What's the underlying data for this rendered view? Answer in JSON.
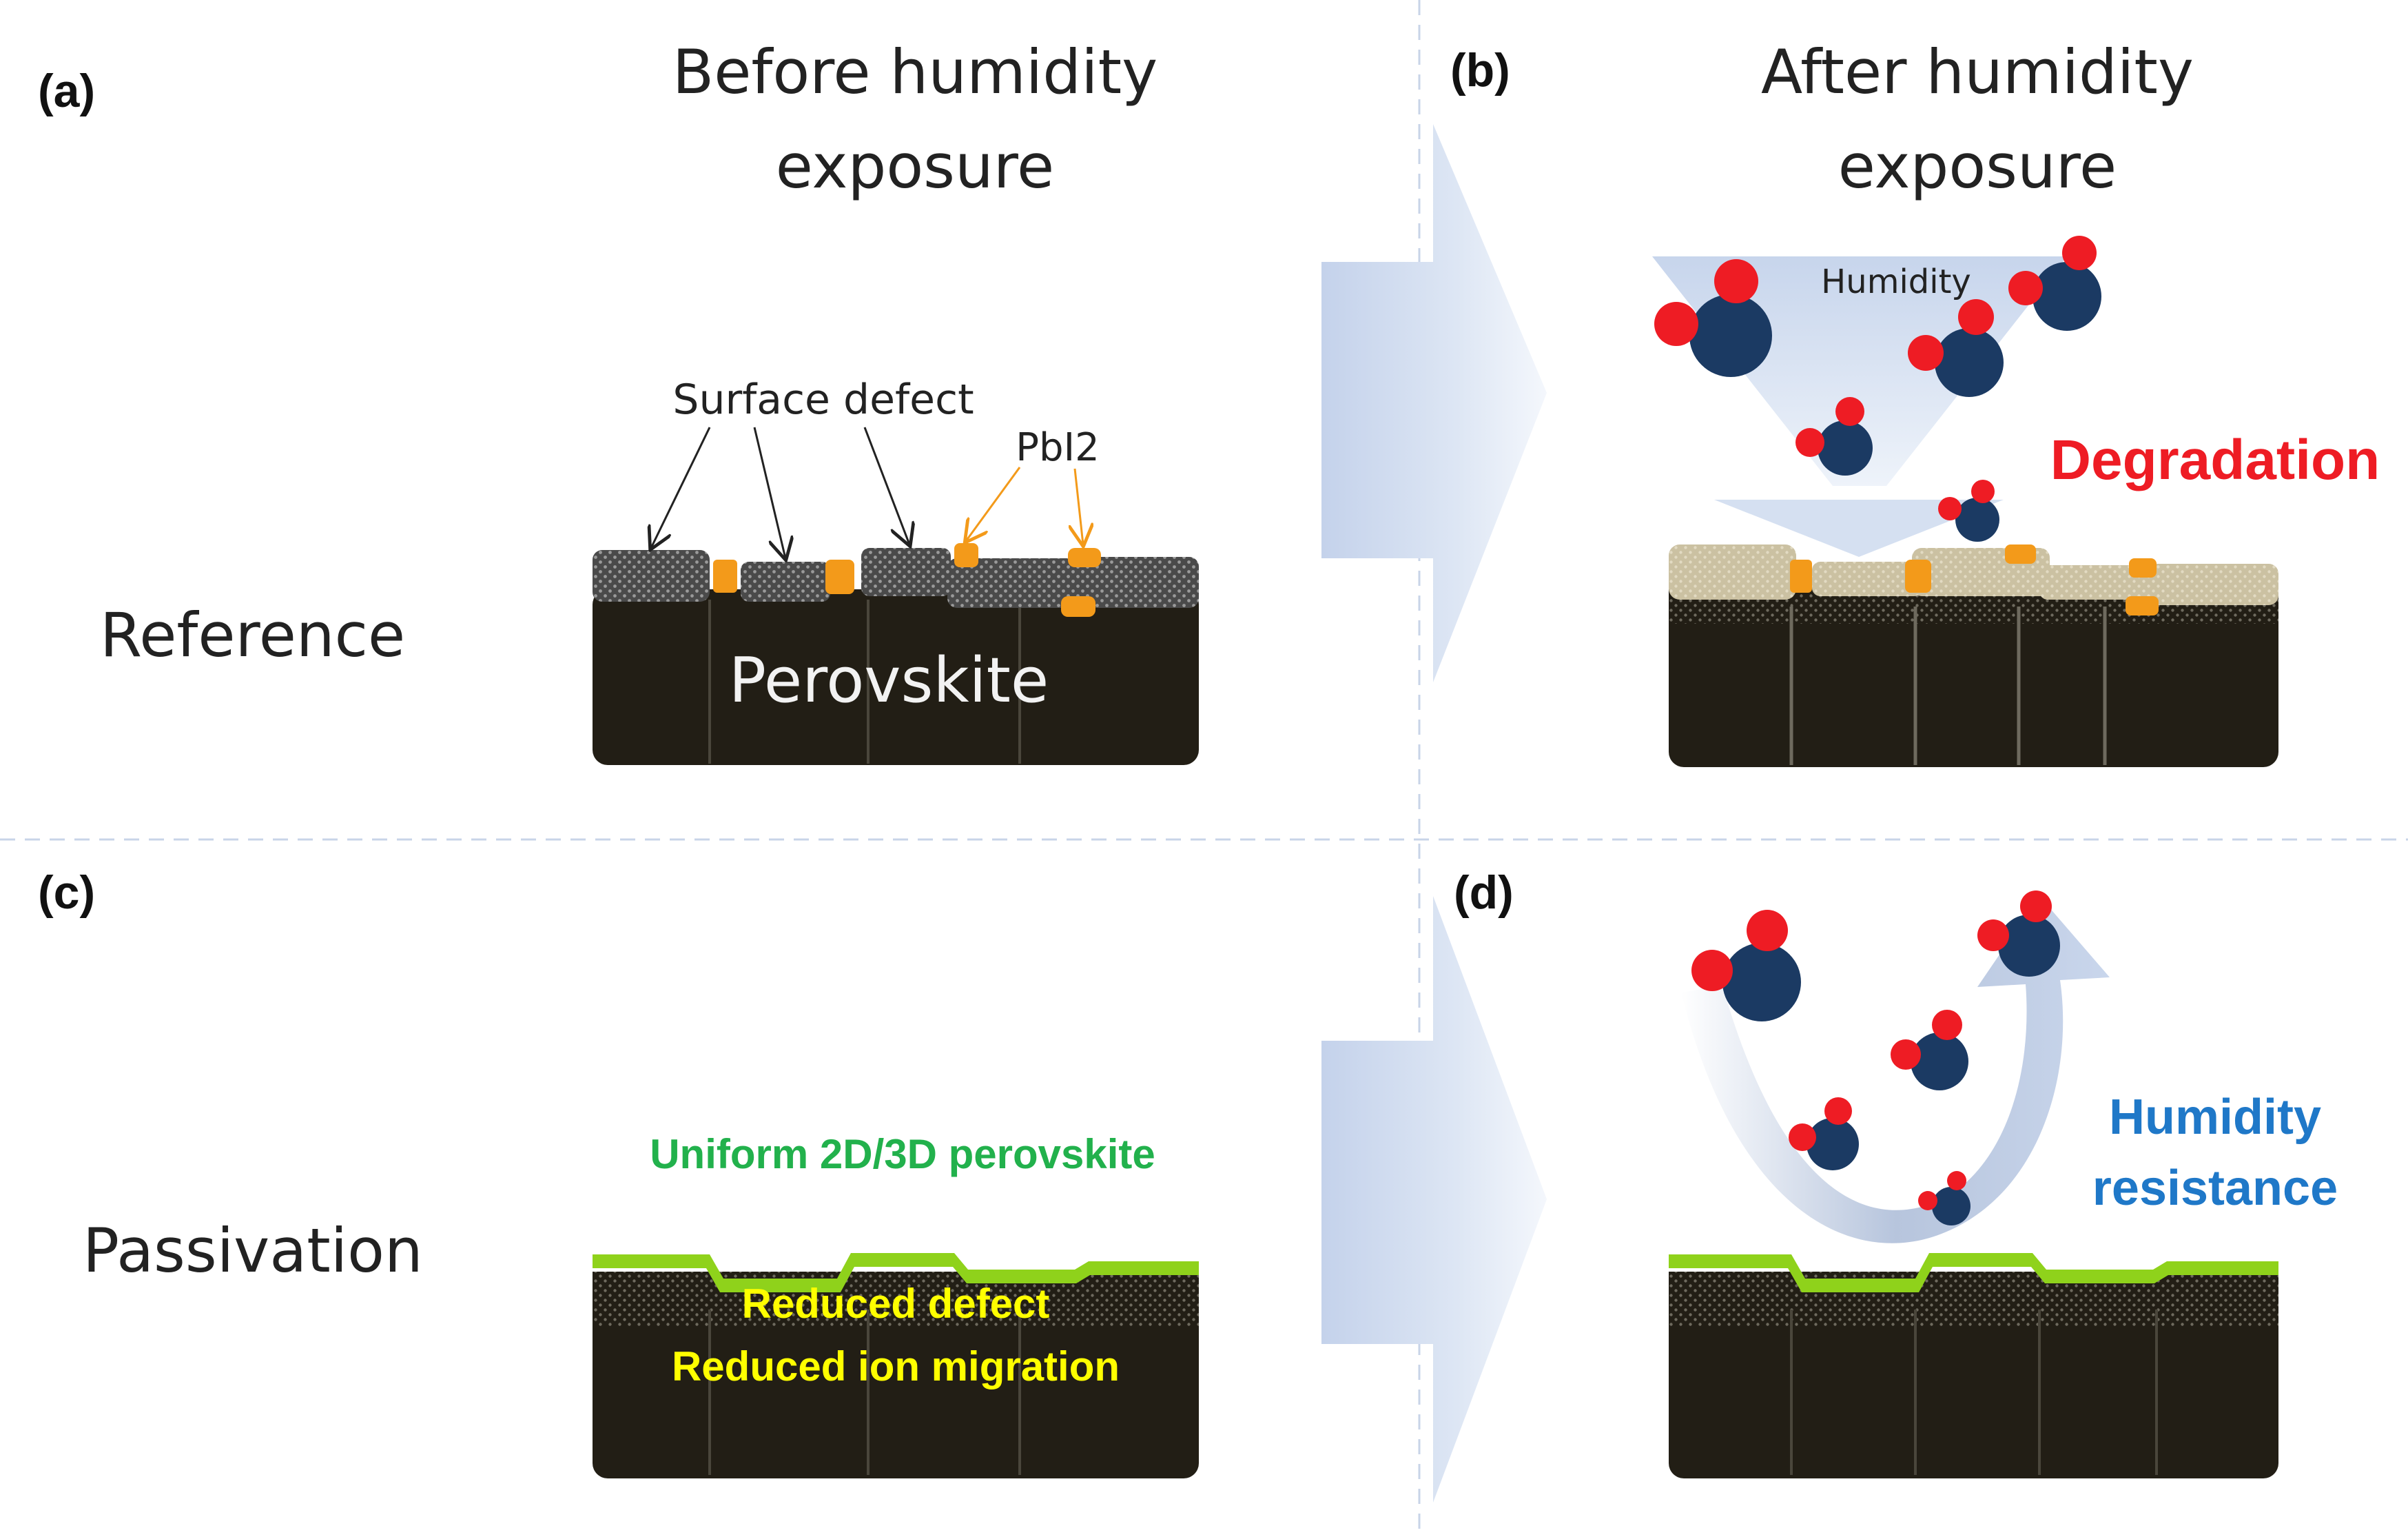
{
  "panels": {
    "a": "(a)",
    "b": "(b)",
    "c": "(c)",
    "d": "(d)"
  },
  "headers": {
    "before_line1": "Before humidity",
    "before_line2": "exposure",
    "after_line1": "After humidity",
    "after_line2": "exposure"
  },
  "rows": {
    "reference": "Reference",
    "passivation": "Passivation"
  },
  "annotations": {
    "surface_defect": "Surface defect",
    "pbi2": "PbI2",
    "perovskite": "Perovskite",
    "humidity": "Humidity",
    "degradation": "Degradation",
    "uniform_layer": "Uniform 2D/3D perovskite",
    "reduced_defect": "Reduced defect",
    "reduced_ion_migration": "Reduced ion migration",
    "humidity_resistance_line1": "Humidity",
    "humidity_resistance_line2": "resistance"
  },
  "colors": {
    "perovskite": "#221e15",
    "defect_gray": "#5a5a5a",
    "pbi2_orange": "#f39a1a",
    "degraded_tan": "#cbc1a2",
    "passivation_green": "#8fd21b",
    "water_oxygen": "#1b3a63",
    "water_hydrogen": "#ee1c24",
    "degradation_red": "#ee1c24",
    "resistance_blue": "#1f78c8",
    "uniform_green": "#22b14c",
    "reduced_yellow": "#ffff00",
    "arrow_blue": "#c9d6ec"
  }
}
